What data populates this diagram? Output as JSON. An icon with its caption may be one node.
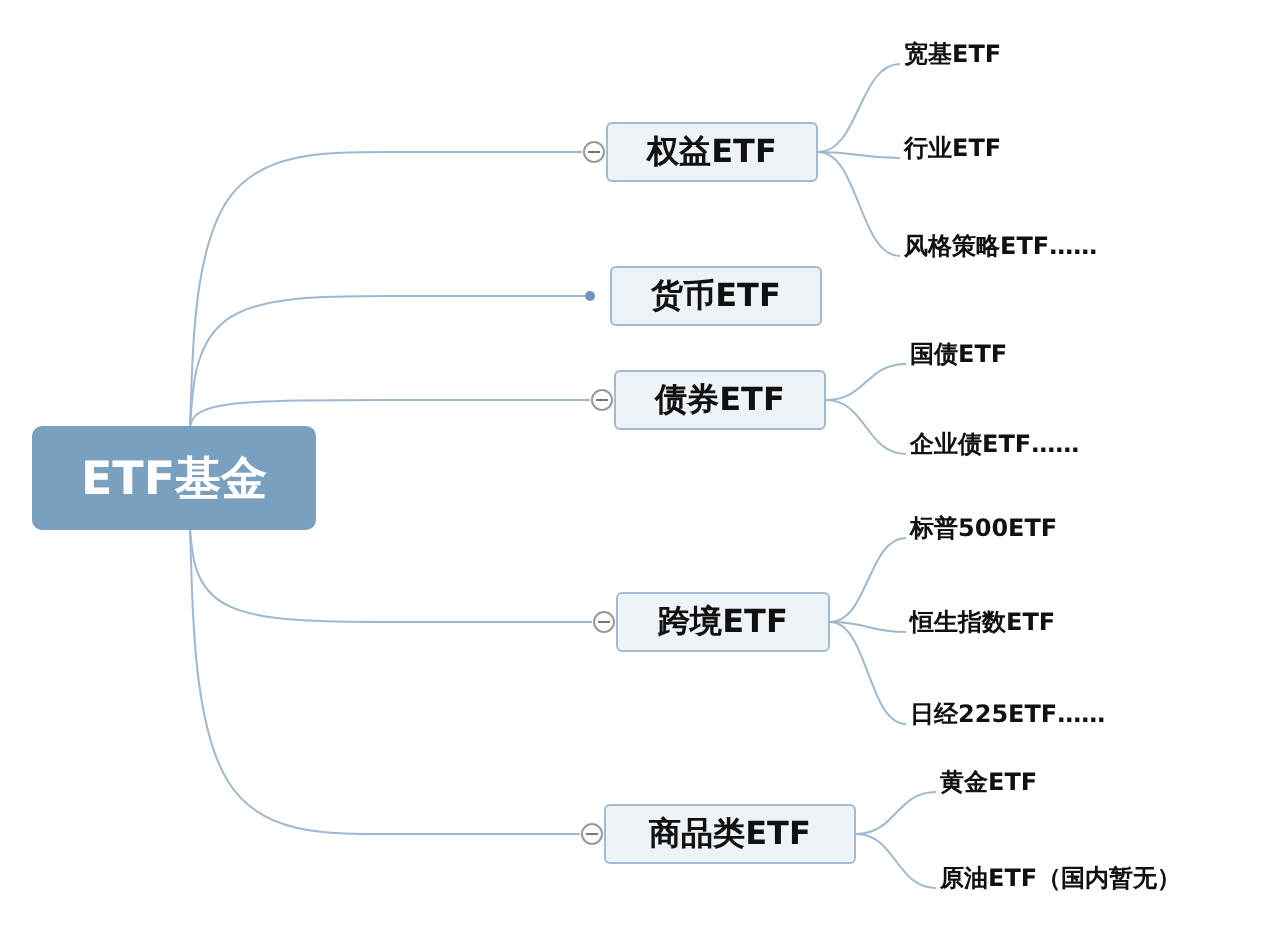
{
  "diagram": {
    "nodes": [
      {
        "text": [
          "ETF基金"
        ]
      },
      {
        "text": [
          "权益ETF"
        ]
      },
      {
        "text": [
          "宽基ETF"
        ]
      },
      {
        "text": [
          "行业ETF"
        ]
      },
      {
        "text": [
          "风格策略ETF……"
        ]
      },
      {
        "text": [
          "货币ETF"
        ]
      },
      {
        "text": [
          "债券ETF"
        ]
      },
      {
        "text": [
          "国债ETF"
        ]
      },
      {
        "text": [
          "企业债ETF……"
        ]
      },
      {
        "text": [
          "跨境ETF"
        ]
      },
      {
        "text": [
          "标普500ETF"
        ]
      },
      {
        "text": [
          "恒生指数ETF"
        ]
      },
      {
        "text": [
          "日经225ETF……"
        ]
      },
      {
        "text": [
          "商品类ETF"
        ]
      },
      {
        "text": [
          "黄金ETF"
        ]
      },
      {
        "text": [
          "原油ETF（国内暂无）"
        ]
      }
    ],
    "edges": [
      {
        "from": 0,
        "to": 1,
        "arrow": "none"
      },
      {
        "from": 0,
        "to": 5,
        "arrow": "none"
      },
      {
        "from": 0,
        "to": 6,
        "arrow": "none"
      },
      {
        "from": 0,
        "to": 9,
        "arrow": "none"
      },
      {
        "from": 0,
        "to": 13,
        "arrow": "none"
      },
      {
        "from": 1,
        "to": 2,
        "arrow": "none"
      },
      {
        "from": 1,
        "to": 3,
        "arrow": "none"
      },
      {
        "from": 1,
        "to": 4,
        "arrow": "none"
      },
      {
        "from": 6,
        "to": 7,
        "arrow": "none"
      },
      {
        "from": 6,
        "to": 8,
        "arrow": "none"
      },
      {
        "from": 9,
        "to": 10,
        "arrow": "none"
      },
      {
        "from": 9,
        "to": 11,
        "arrow": "none"
      },
      {
        "from": 9,
        "to": 12,
        "arrow": "none"
      },
      {
        "from": 13,
        "to": 14,
        "arrow": "none"
      },
      {
        "from": 13,
        "to": 15,
        "arrow": "none"
      }
    ]
  }
}
